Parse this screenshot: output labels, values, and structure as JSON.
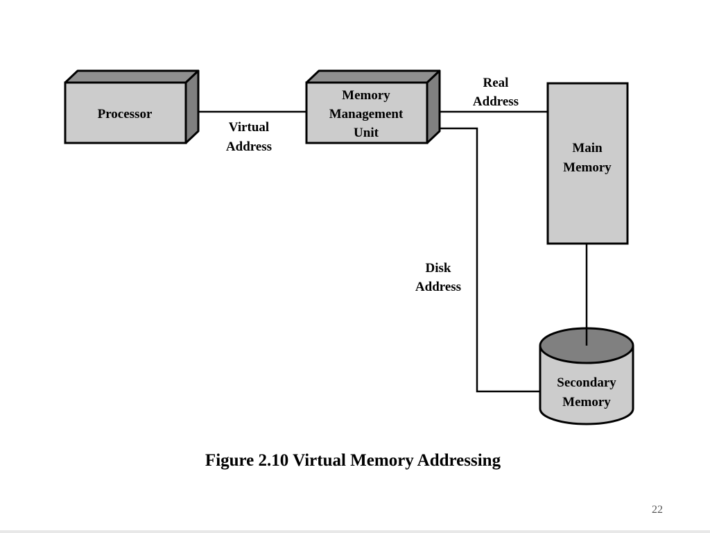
{
  "diagram": {
    "nodes": {
      "processor": "Processor",
      "mmu": [
        "Memory",
        "Management",
        "Unit"
      ],
      "main_memory": [
        "Main",
        "Memory"
      ],
      "secondary_memory": [
        "Secondary",
        "Memory"
      ]
    },
    "edges": {
      "virtual_address": [
        "Virtual",
        "Address"
      ],
      "real_address": [
        "Real",
        "Address"
      ],
      "disk_address": [
        "Disk",
        "Address"
      ]
    }
  },
  "caption": "Figure 2.10 Virtual Memory Addressing",
  "page_number": "22",
  "colors": {
    "box_face": "#cccccc",
    "box_top": "#8f8f8f",
    "box_side": "#808080",
    "cylinder_top": "#808080",
    "line": "#000000",
    "background": "#ffffff"
  }
}
